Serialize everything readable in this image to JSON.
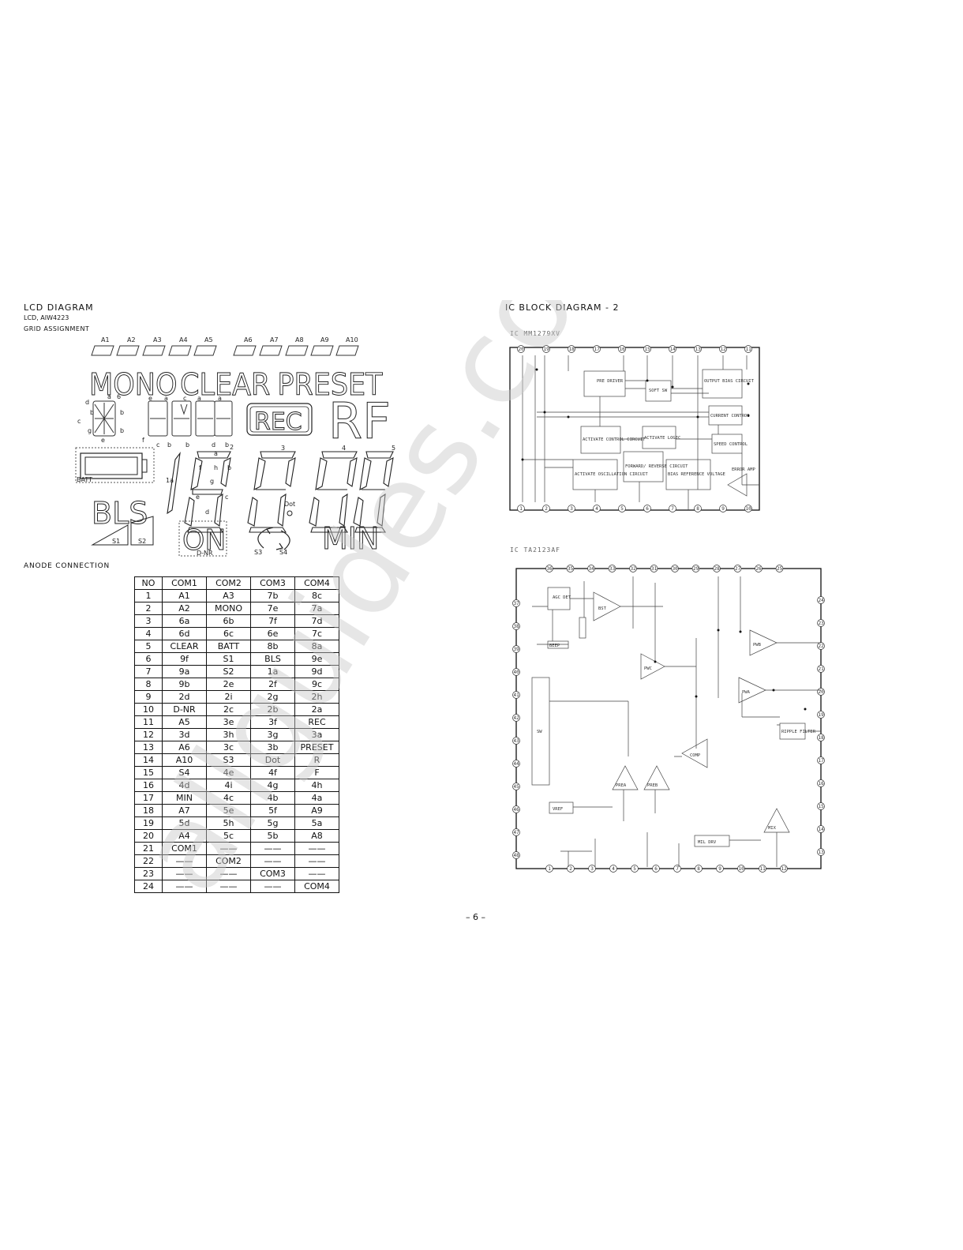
{
  "lcd": {
    "title": "LCD  DIAGRAM",
    "model": "LCD, AIW4223",
    "grid_title": "GRID  ASSIGNMENT",
    "grid_labels": [
      "A1",
      "A2",
      "A3",
      "A4",
      "A5",
      "A6",
      "A7",
      "A8",
      "A9",
      "A10"
    ],
    "words": {
      "mono": "MONO",
      "clear": "CLEAR",
      "preset": "PRESET",
      "rec": "REC",
      "rf": "RF",
      "bls": "BLS",
      "on": "ON",
      "min": "MIN"
    },
    "small": {
      "batt": "BATT",
      "s1": "S1",
      "s2": "S2",
      "s3": "S3",
      "s4": "S4",
      "dnr": "D-NR",
      "dot": "Dot",
      "one_a": "1a",
      "d2": "2",
      "d3": "3",
      "d4": "4",
      "d5": "5"
    }
  },
  "anode": {
    "title": "ANODE  CONNECTION",
    "headers": [
      "NO",
      "COM1",
      "COM2",
      "COM3",
      "COM4"
    ],
    "rows": [
      [
        "1",
        "A1",
        "A3",
        "7b",
        "8c"
      ],
      [
        "2",
        "A2",
        "MONO",
        "7e",
        "7a"
      ],
      [
        "3",
        "6a",
        "6b",
        "7f",
        "7d"
      ],
      [
        "4",
        "6d",
        "6c",
        "6e",
        "7c"
      ],
      [
        "5",
        "CLEAR",
        "BATT",
        "8b",
        "8a"
      ],
      [
        "6",
        "9f",
        "S1",
        "BLS",
        "9e"
      ],
      [
        "7",
        "9a",
        "S2",
        "1a",
        "9d"
      ],
      [
        "8",
        "9b",
        "2e",
        "2f",
        "9c"
      ],
      [
        "9",
        "2d",
        "2i",
        "2g",
        "2h"
      ],
      [
        "10",
        "D-NR",
        "2c",
        "2b",
        "2a"
      ],
      [
        "11",
        "A5",
        "3e",
        "3f",
        "REC"
      ],
      [
        "12",
        "3d",
        "3h",
        "3g",
        "3a"
      ],
      [
        "13",
        "A6",
        "3c",
        "3b",
        "PRESET"
      ],
      [
        "14",
        "A10",
        "S3",
        "Dot",
        "R"
      ],
      [
        "15",
        "S4",
        "4e",
        "4f",
        "F"
      ],
      [
        "16",
        "4d",
        "4i",
        "4g",
        "4h"
      ],
      [
        "17",
        "MIN",
        "4c",
        "4b",
        "4a"
      ],
      [
        "18",
        "A7",
        "5e",
        "5f",
        "A9"
      ],
      [
        "19",
        "5d",
        "5h",
        "5g",
        "5a"
      ],
      [
        "20",
        "A4",
        "5c",
        "5b",
        "A8"
      ],
      [
        "21",
        "COM1",
        "——",
        "——",
        "——"
      ],
      [
        "22",
        "——",
        "COM2",
        "——",
        "——"
      ],
      [
        "23",
        "——",
        "——",
        "COM3",
        "——"
      ],
      [
        "24",
        "——",
        "——",
        "——",
        "COM4"
      ]
    ]
  },
  "ic": {
    "title": "IC  BLOCK  DIAGRAM - 2",
    "ic1_label": "IC  MM1279XV",
    "ic1_blocks": [
      "PRE DRIVER",
      "SOFT SW",
      "OUTPUT BIAS CIRCUIT",
      "CURRENT CONTROL",
      "ACTIVATE CONTROL CIRCUIT",
      "ACTIVATE LOGIC",
      "SPEED CONTROL",
      "ERROR AMP",
      "ACTIVATE OSCILLATION CIRCUIT",
      "FORWARD/ REVERSE CIRCUIT",
      "BIAS REFERENCE VOLTAGE"
    ],
    "ic1_top_pins": [
      "20",
      "19",
      "18",
      "17",
      "16",
      "15",
      "14",
      "13",
      "12",
      "11"
    ],
    "ic1_bottom_pins": [
      "1",
      "2",
      "3",
      "4",
      "5",
      "6",
      "7",
      "8",
      "9",
      "10"
    ],
    "ic2_label": "IC  TA2123AF",
    "ic2_blocks": [
      "AGC DET",
      "BST",
      "PWB",
      "PWC",
      "PWA",
      "BEEP",
      "SW",
      "COMP",
      "RIPPLE FILTER",
      "VREF",
      "PREA",
      "PREB",
      "MIX",
      "MIL DRV"
    ],
    "ic2_top_pins": [
      "36",
      "35",
      "34",
      "33",
      "32",
      "31",
      "30",
      "29",
      "28",
      "27",
      "26",
      "25"
    ],
    "ic2_left_pins": [
      "37",
      "38",
      "39",
      "40",
      "41",
      "42",
      "43",
      "44",
      "45",
      "46",
      "47",
      "48"
    ],
    "ic2_right_pins": [
      "24",
      "23",
      "22",
      "21",
      "20",
      "19",
      "18",
      "17",
      "16",
      "15",
      "14",
      "13"
    ],
    "ic2_bottom_pins": [
      "1",
      "2",
      "3",
      "4",
      "5",
      "6",
      "7",
      "8",
      "9",
      "10",
      "11",
      "12"
    ]
  },
  "page_number": "– 6 –",
  "watermark": "allguides.com"
}
